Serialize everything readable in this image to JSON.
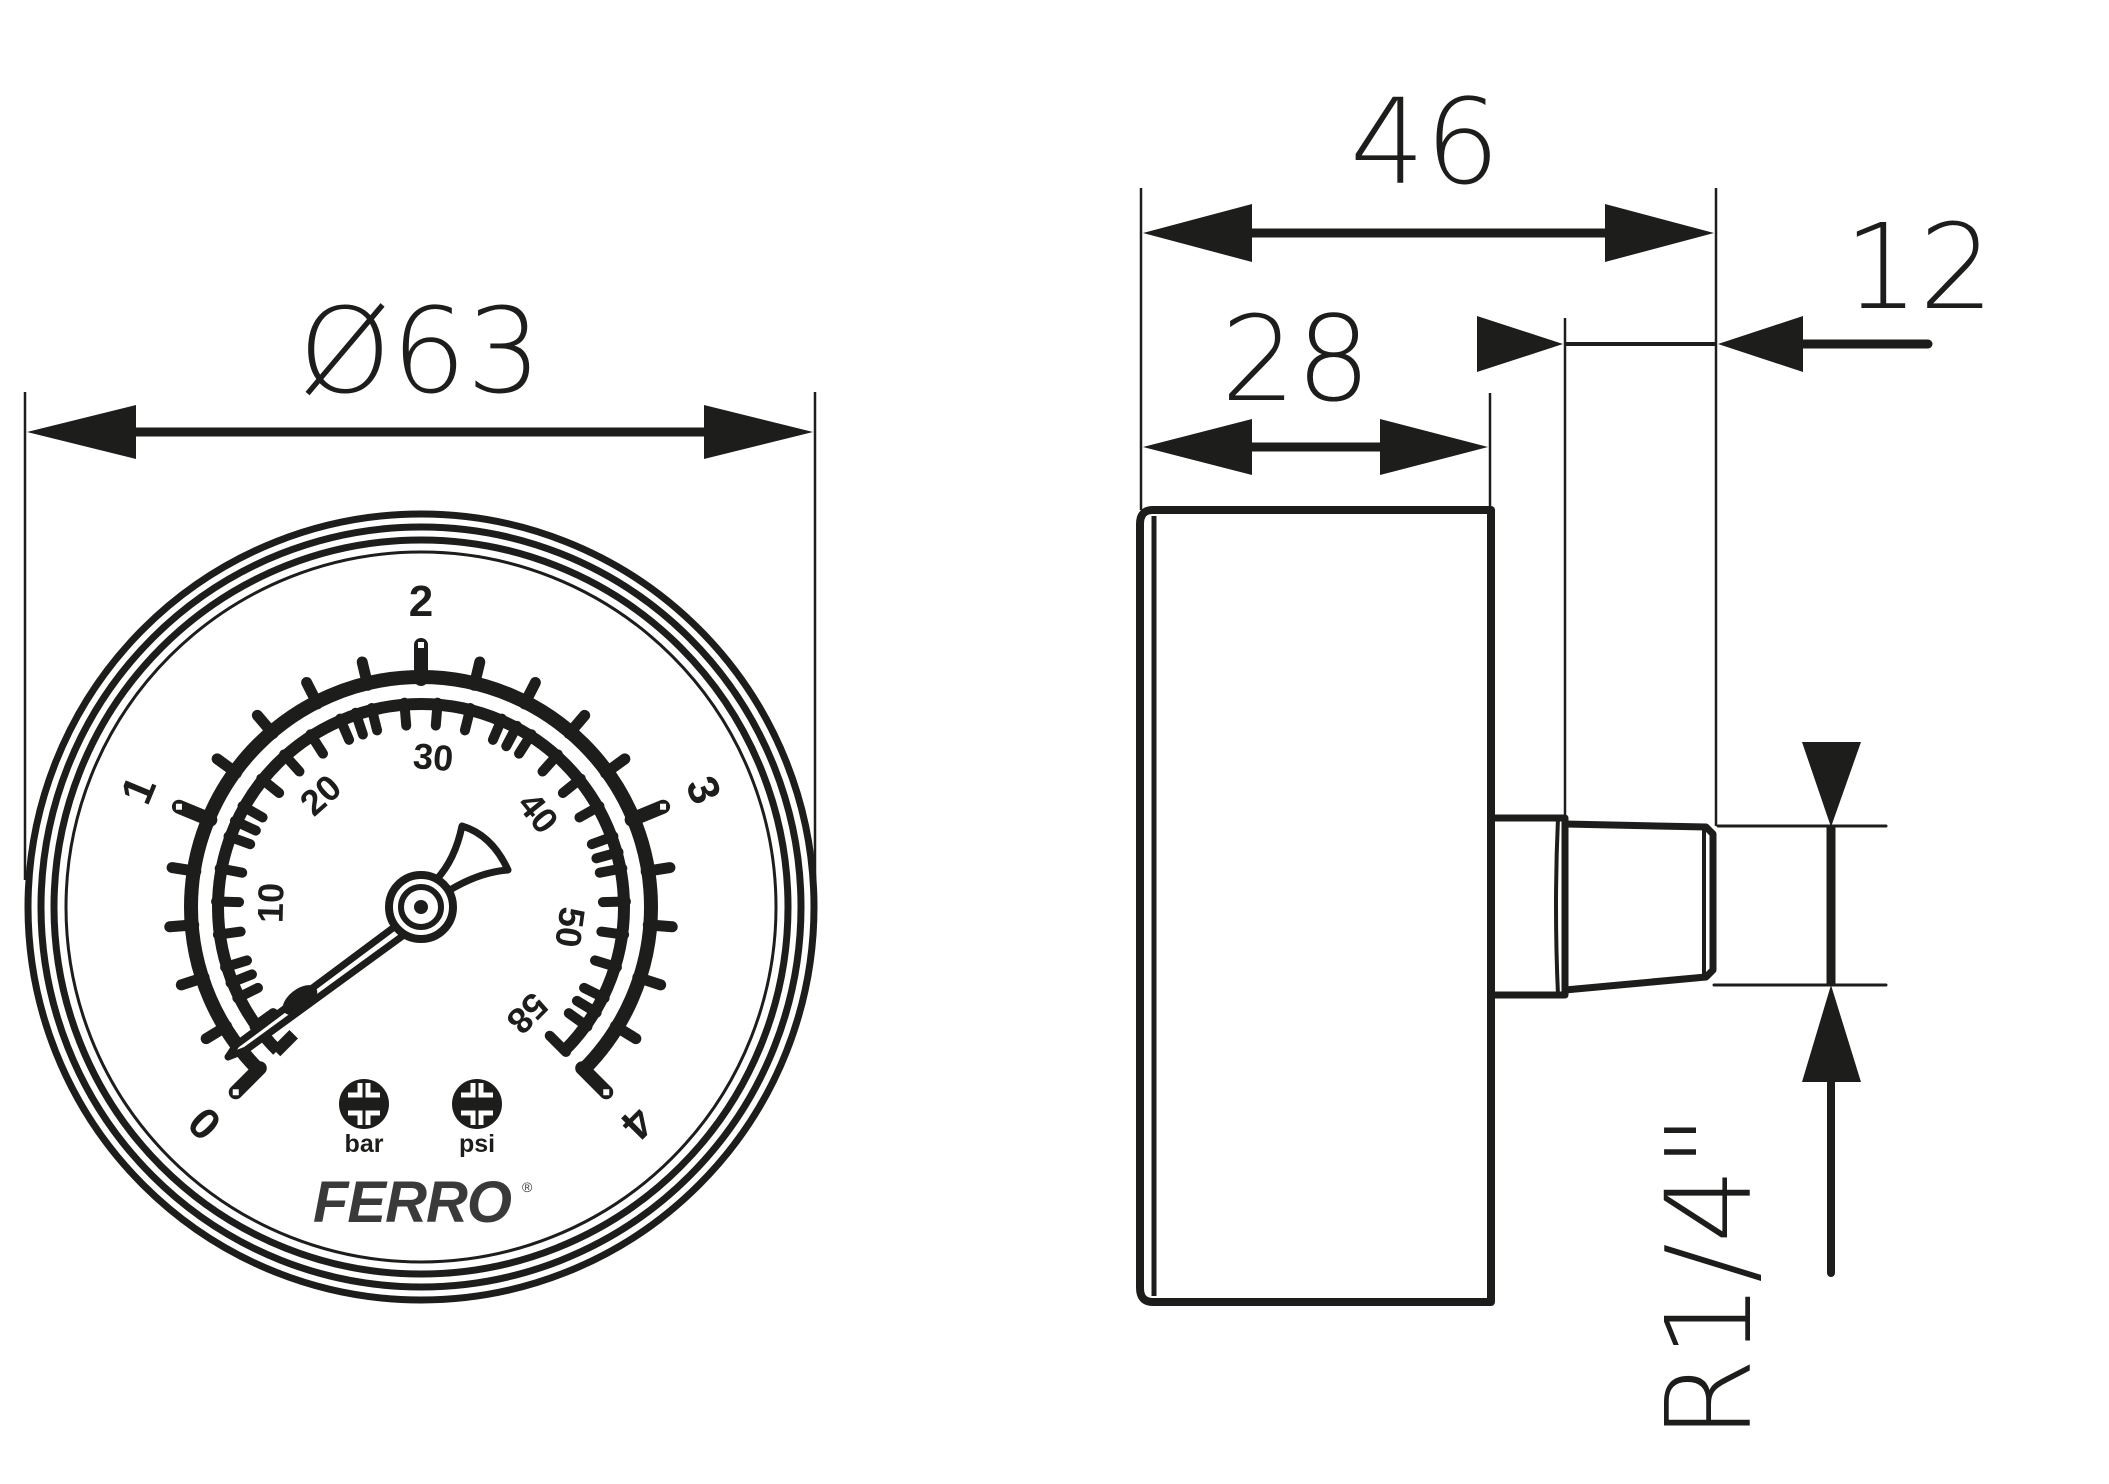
{
  "colors": {
    "ink": "#1d1d1b",
    "brand": "#3a3a3a",
    "background": "#ffffff"
  },
  "front_view": {
    "diameter_label": "Ø63",
    "bar_scale": {
      "labels": [
        "0",
        "1",
        "2",
        "3",
        "4"
      ],
      "min": 0,
      "max": 4,
      "unit": "bar"
    },
    "psi_scale": {
      "labels": [
        "10",
        "20",
        "30",
        "40",
        "50",
        "58"
      ],
      "min": 0,
      "max": 58,
      "unit": "psi"
    },
    "unit_labels": {
      "bar": "bar",
      "psi": "psi"
    },
    "brand": {
      "name": "FERRO",
      "registered": "®"
    }
  },
  "side_view": {
    "overall_depth_label": "46",
    "case_depth_label": "28",
    "connection_length_label": "12",
    "thread_label": "R1/4\""
  }
}
